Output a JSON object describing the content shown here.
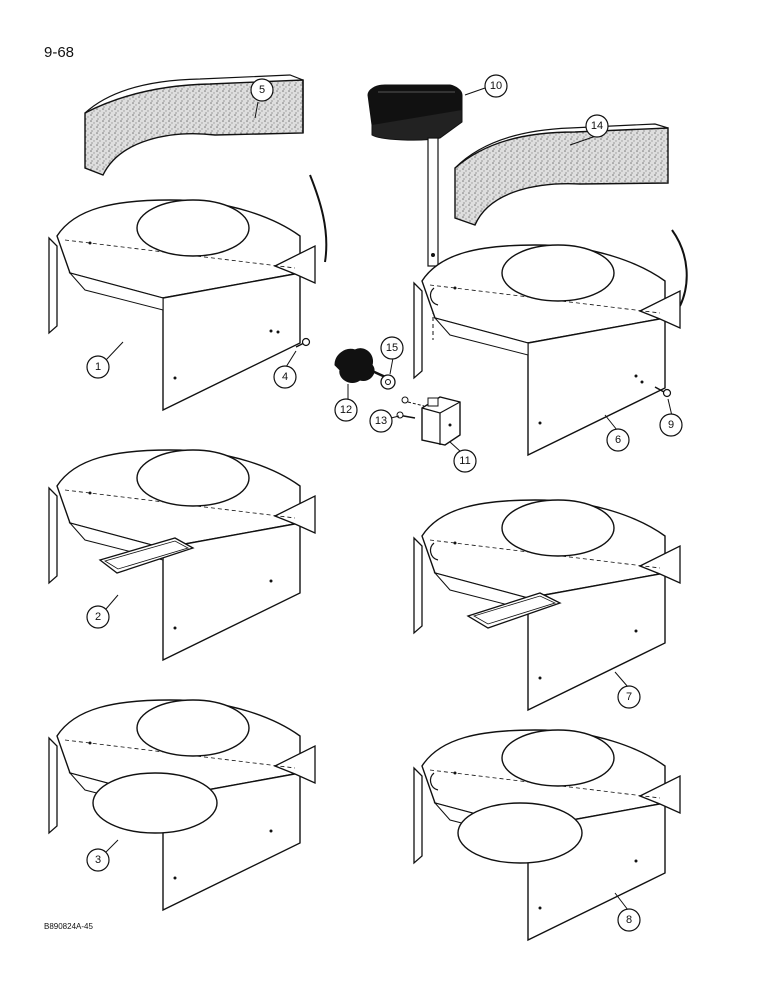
{
  "page_number": "9-68",
  "figure_code": "B890824A-45",
  "callouts": {
    "c1": "1",
    "c2": "2",
    "c3": "3",
    "c4": "4",
    "c5": "5",
    "c6": "6",
    "c7": "7",
    "c8": "8",
    "c9": "9",
    "c10": "10",
    "c11": "11",
    "c12": "12",
    "c13": "13",
    "c14": "14",
    "c15": "15"
  },
  "colors": {
    "ink": "#111111",
    "foam": "#d9d9d9",
    "knob": "#1a1a1a"
  }
}
